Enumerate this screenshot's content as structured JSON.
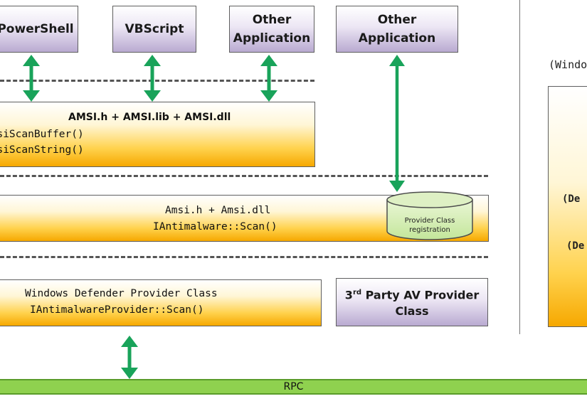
{
  "apps": [
    {
      "id": "powershell",
      "label": "PowerShell"
    },
    {
      "id": "vbscript",
      "label": "VBScript"
    },
    {
      "id": "other1",
      "label": "Other Application"
    },
    {
      "id": "other2",
      "label": "Other Application"
    }
  ],
  "amsi_api": {
    "header": "AMSI.h + AMSI.lib + AMSI.dll",
    "fn1": "AmsiScanBuffer()",
    "fn2": "AmsiScanString()"
  },
  "amsi_dll": {
    "line1": "Amsi.h + Amsi.dll",
    "line2": "IAntimalware::Scan()"
  },
  "provider_registration": {
    "label": "Provider Class registration"
  },
  "defender_provider": {
    "line1": "Windows Defender Provider Class",
    "line2": "IAntimalwareProvider::Scan()"
  },
  "third_party": {
    "prefix": "3",
    "sup": "rd",
    "label": " Party AV Provider Class"
  },
  "rpc_label": "RPC",
  "right_panel": {
    "title": "(Windows",
    "line1": "(De",
    "line2": "(De"
  },
  "colors": {
    "arrow": "#19a35a",
    "rpc": "#8fd14f",
    "app_box": "#b9aad1",
    "gold": "#ffd24d"
  }
}
